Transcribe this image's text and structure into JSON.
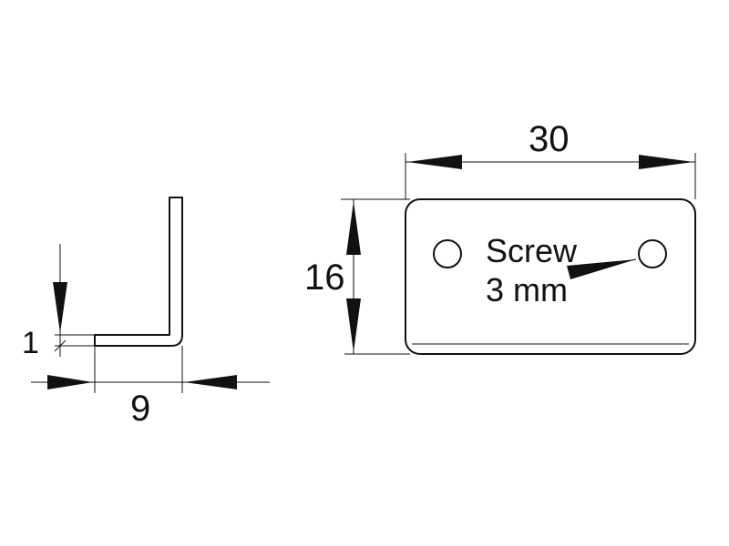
{
  "dimensions": {
    "thickness": "1",
    "leg_length": "9",
    "width": "30",
    "height": "16"
  },
  "annotation": {
    "line1": "Screw",
    "line2": "3 mm"
  }
}
